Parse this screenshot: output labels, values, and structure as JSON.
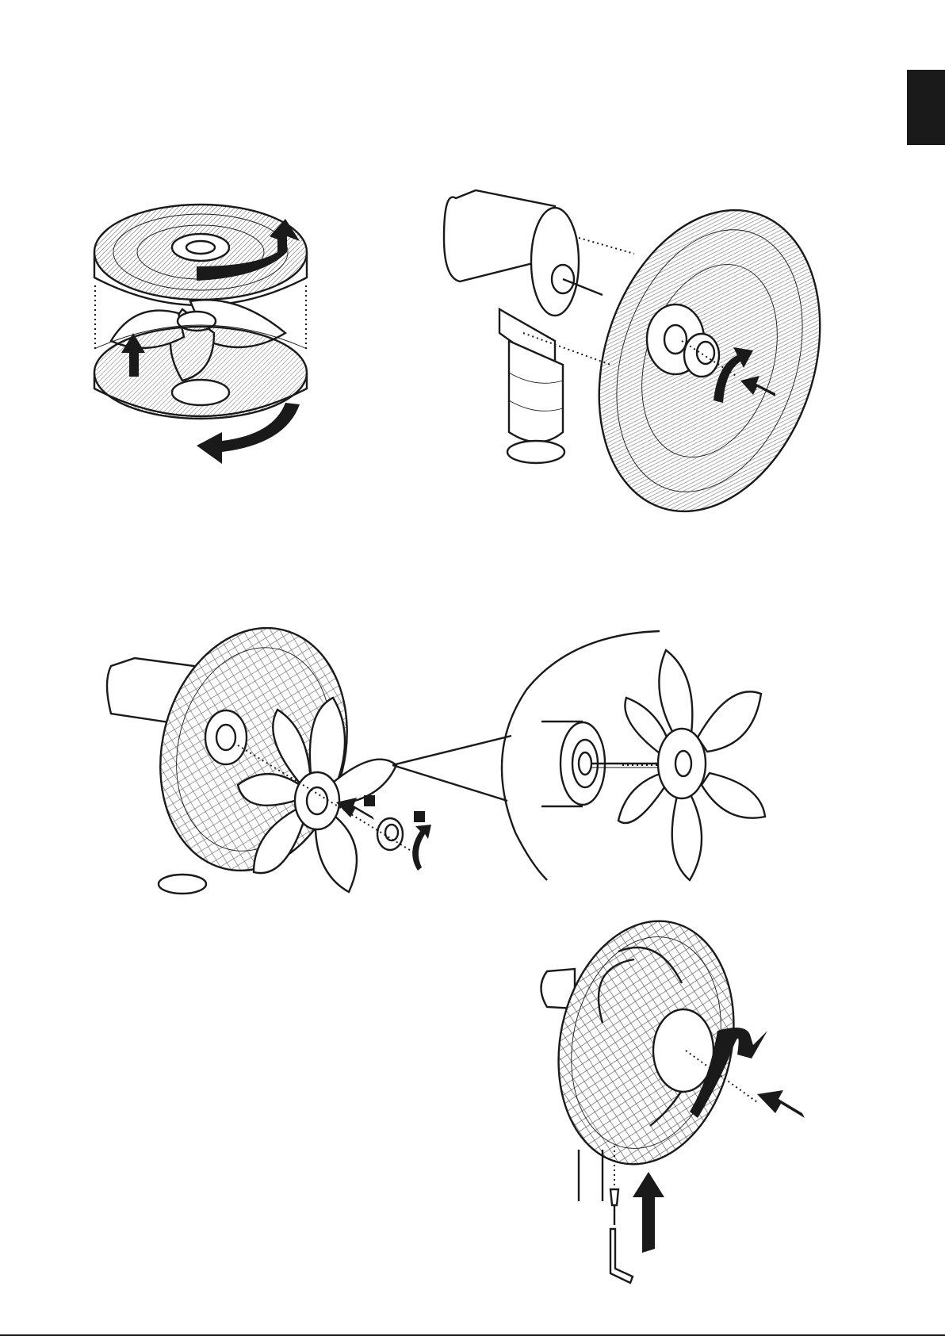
{
  "page": {
    "background": "#ffffff",
    "ink": "#1a1a1a"
  },
  "language_tab": {
    "color": "#1a1a1a"
  },
  "figures": [
    {
      "step": "grille-separation",
      "icons": [
        "fan-grille-icon",
        "rotate-arrow-icon",
        "up-arrow-icon"
      ]
    },
    {
      "step": "rear-grille-attach",
      "icons": [
        "motor-housing-icon",
        "grille-nut-icon",
        "push-arrow-icon",
        "rotate-arrow-icon"
      ]
    },
    {
      "step": "blade-attach",
      "icons": [
        "fan-blade-icon",
        "spinner-icon",
        "push-arrow-icon",
        "rotate-arrow-icon"
      ]
    },
    {
      "step": "blade-detail",
      "icons": [
        "magnifier-callout-icon",
        "fan-blade-icon",
        "shaft-icon"
      ]
    },
    {
      "step": "front-grille-close",
      "icons": [
        "fan-assembled-icon",
        "screw-icon",
        "allen-key-icon",
        "up-arrow-icon",
        "push-arrow-icon"
      ]
    }
  ]
}
